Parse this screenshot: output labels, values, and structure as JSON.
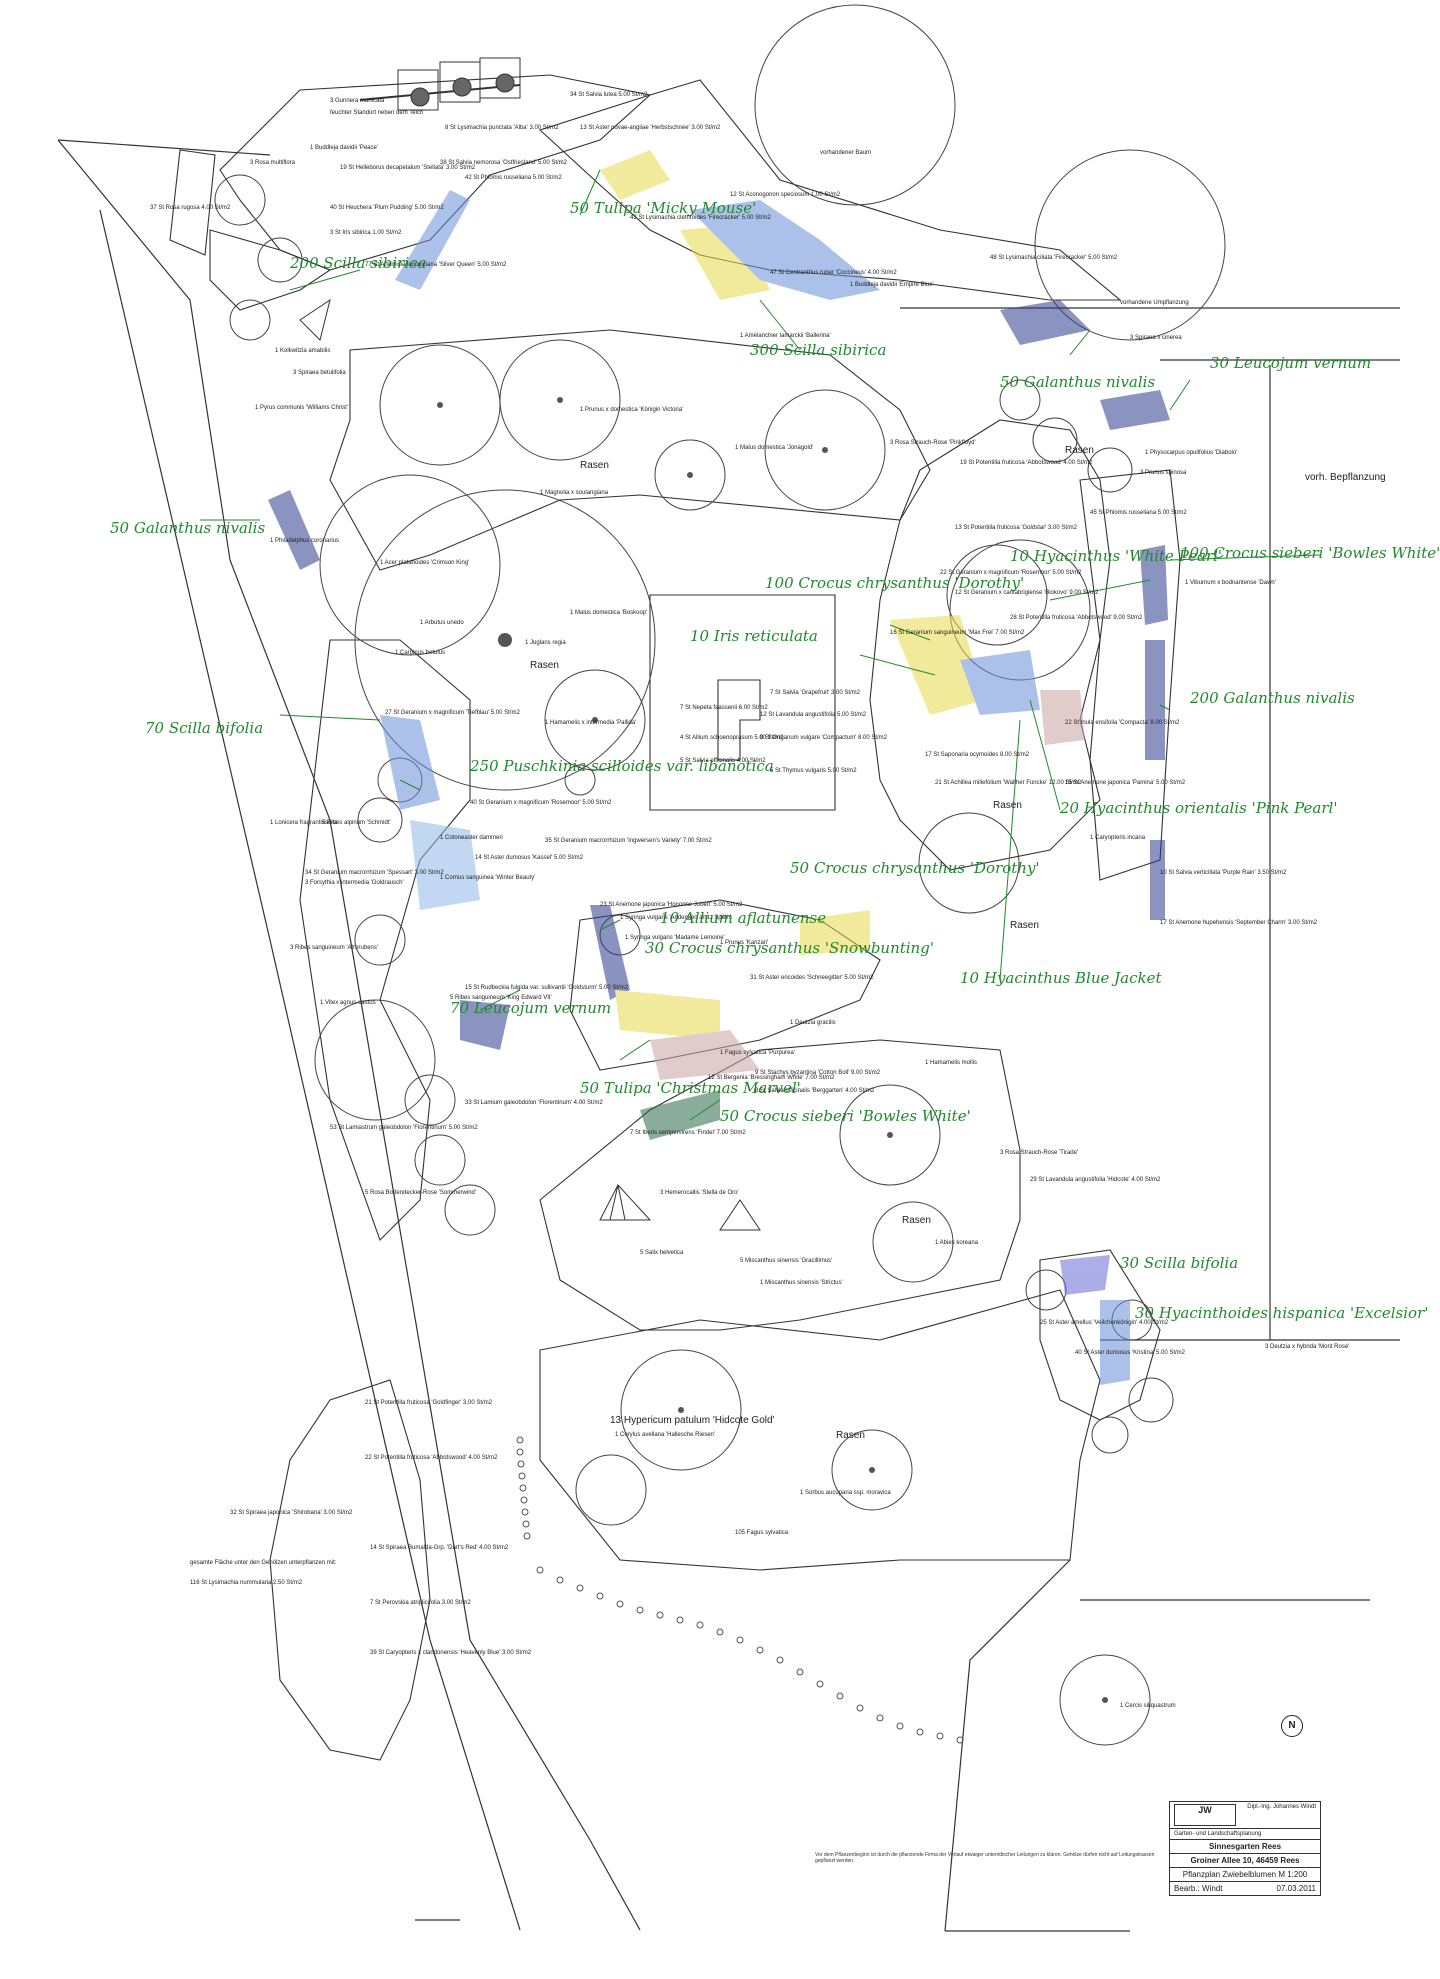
{
  "title_block": {
    "office": "Dipl.-Ing. Johannes Windt",
    "office_sub": "Garten- und Landschaftsplanung",
    "project": "Sinnesgarten Rees",
    "address": "Groiner Allee 10, 46459 Rees",
    "plan": "Pflanzplan Zwiebelblumen M 1:200",
    "author": "Bearb.: Windt",
    "date": "07.03.2011"
  },
  "north_label": "N",
  "note_bottom": "Vor dem Pflanzenbeginn ist durch die pflanzende Firma der Verlauf etwaiger unterirdischer Leitungen zu klären. Gehölze dürfen nicht auf Leitungstrassen gepflanzt werden.",
  "areas": {
    "rasen": "Rasen",
    "vorh_bepflanzung": "vorh. Bepflanzung",
    "vorhandener_baum": "vorhandener Baum",
    "vorhandene_umpflanzung": "vorhandene Umpflanzung"
  },
  "hand_notes": [
    "50 Tulipa 'Micky Mouse'",
    "200 Scilla sibirica",
    "300 Scilla sibirica",
    "50 Galanthus nivalis",
    "30 Leucojum vernum",
    "100 Crocus sieberi 'Bowles White'",
    "10 Hyacinthus 'White Pearl'",
    "100 Crocus chrysanthus 'Dorothy'",
    "10 Iris reticulata",
    "200 Galanthus nivalis",
    "20 Hyacinthus orientalis 'Pink Pearl'",
    "70 Scilla bifolia",
    "250 Puschkinia scilloides var. libanotica",
    "50 Crocus chrysanthus 'Dorothy'",
    "10 Allium aflatunense",
    "30 Crocus chrysanthus 'Snowbunting'",
    "10 Hyacinthus Blue Jacket",
    "70 Leucojum vernum",
    "50 Tulipa 'Christmas Marvel'",
    "50 Crocus sieberi 'Bowles White'",
    "30 Scilla bifolia",
    "30 Hyacinthoides hispanica 'Excelsior'"
  ],
  "plant_labels": [
    "3 Gunnera manicata",
    "feuchter Standort neben dem Teich",
    "34 St Salvia lutea 5.00 St/m2",
    "8 St Lysimachia punctata 'Alba' 3.00 St/m2",
    "13 St Aster novae-angliae 'Herbstschnee' 3.00 St/m2",
    "1 Buddleja davidii 'Peace'",
    "3 Rosa multiflora",
    "19 St Helleborus decapetalum 'Stellata' 3.00 St/m2",
    "42 St Phlomis russeliana 5.00 St/m2",
    "38 St Salvia nemorosa 'Ostfriesland' 5.00 St/m2",
    "12 St Aconogonon speciosum 1.00 St/m2",
    "40 St Heuchera 'Plum Pudding' 5.00 St/m2",
    "3 St Iris sibirica 1.00 St/m2",
    "77 St Artemisia ludoviciana 'Silver Queen' 5.00 St/m2",
    "37 St Rosa rugosa 4.00 St/m2",
    "43 St Lysimachia clethroides 'Firecracker' 5.00 St/m2",
    "47 St Centranthus ruber 'Coccineus' 4.00 St/m2",
    "48 St Lysimachia ciliata 'Firecracker' 5.00 St/m2",
    "1 Buddleja davidii 'Empire Blue'",
    "1 Amelanchier lamarckii 'Ballerina'",
    "3 Spiraea x cinerea",
    "1 Prunus x domestica 'Königin Victoria'",
    "1 Pyrus communis 'Williams Christ'",
    "1 Malus domestica 'Jonagold'",
    "3 Rosa Strauch-Rose 'Pinkfloyd'",
    "1 Physocarpus opulifolius 'Diabolo'",
    "19 St Potentilla fruticosa 'Abbotswood' 4.00 St/m2",
    "3 Prunus spinosa",
    "13 St Potentilla fruticosa 'Goldstar' 3.00 St/m2",
    "45 St Phlomis russeliana 5.00 St/m2",
    "1 Viburnum x bodnantense 'Dawn'",
    "1 Juglans regia",
    "1 Hamamelis x intermedia 'Pallida'",
    "1 Carpinus betulus",
    "1 Malus domestica 'Boskoop'",
    "7 St Salvia 'Grapefruit' 3.00 St/m2",
    "7 St Nepeta faassenii 6.00 St/m2",
    "4 St Allium schoenoprasum 5.00 St/m2",
    "5 St Salvia officinalis 4.00 St/m2",
    "8 St Origanum vulgare 'Compactum' 8.00 St/m2",
    "12 St Lavandula angustifolia 5.00 St/m2",
    "5 St Thymus vulgaris 5.00 St/m2",
    "22 St Geranium x magnificum 'Rosemoor' 5.00 St/m2",
    "16 St Geranium sanguineum 'Max Frei' 7.00 St/m2",
    "28 St Potentilla fruticosa 'Abbotswood' 9.00 St/m2",
    "12 St Geranium x cantabrigiense 'Biokovo' 9.00 St/m2",
    "22 St Inula ensifolia 'Compacta' 8.00 St/m2",
    "17 St Saponaria ocymoides 8.00 St/m2",
    "21 St Achillea millefolium 'Walther Funcke' 12.00 St/m2",
    "27 St Geranium x magnificum 'Tiefblau' 5.00 St/m2",
    "23 St Anemone japonica 'Honorine Jobert' 5.00 St/m2",
    "15 St Rudbeckia fulgida var. sullivantii 'Goldsturm' 5.00 St/m2",
    "35 St Geranium macrorrhizum 'Ingwersen's Variety' 7.00 St/m2",
    "14 St Aster dumosus 'Kassel' 5.00 St/m2",
    "15 St Anemone japonica 'Pamina' 5.00 St/m2",
    "31 St Aster ericoides 'Schneegitter' 5.00 St/m2",
    "34 St Geranium macrorrhizum 'Spessart' 3.00 St/m2",
    "40 St Geranium x magnificum 'Rosemoor' 5.00 St/m2",
    "33 St Lamium galeobdolon 'Florentinum' 4.00 St/m2",
    "53 St Lamiastrum galeobdolon 'Florentinum' 5.00 St/m2",
    "1 Cornus sanguinea 'Winter Beauty'",
    "5 Rosa Bodendecker-Rose 'Sommerwind'",
    "1 Fagus sylvatica 'Purpurea'",
    "1 Hamamelis mollis",
    "1 Syringa vulgaris 'Andenken an L. Späth'",
    "1 Syringa vulgaris 'Madame Lemoine'",
    "1 Deutzia gracilis",
    "5 Ribes sanguineum 'King Edward VII'",
    "1 Prunus 'Kanzan'",
    "1 Kolkwitzia amabilis",
    "3 Spiraea betulifolia",
    "1 Philadelphus coronarius",
    "1 Acer platanoides 'Crimson King'",
    "1 Arbutus unedo",
    "3 Forsythia x intermedia 'Goldrausch'",
    "5 Ribes alpinum 'Schmidt'",
    "1 Cotoneaster dammeri",
    "3 Ribes sanguineum 'Atrorubens'",
    "12 St Bergenia 'Bressingham White' 7.00 St/m2",
    "9 St Stachys byzantina 'Cotton Boll' 9.00 St/m2",
    "8 St Salvia officinalis 'Berggarten' 4.00 St/m2",
    "7 St Iberis sempervirens 'Findel' 7.00 St/m2",
    "3 Hemerocallis 'Stella de Oro'",
    "5 Salix helvetica",
    "5 Miscanthus sinensis 'Gracillimus'",
    "1 Miscanthus sinensis 'Strictus'",
    "1 Abies koreana",
    "13 Hypericum patulum 'Hidcote Gold'",
    "1 Corylus avellana 'Hallesche Riesen'",
    "1 Sorbus aucuparia ssp. moravica",
    "105 Fagus sylvatica",
    "1 Cercis siliquastrum",
    "3 Deutzia x hybrida 'Mont Rose'",
    "3 Rosa Strauch-Rose 'Tirade'",
    "29 St Lavandula angustifolia 'Hidcote' 4.00 St/m2",
    "25 St Aster amellus 'Veilchenkönigin' 4.00 St/m2",
    "40 St Aster dumosus 'Kristina' 5.00 St/m2",
    "21 St Potentilla fruticosa 'Goldfinger' 3.00 St/m2",
    "22 St Potentilla fruticosa 'Abbotswood' 4.00 St/m2",
    "32 St Spiraea japonica 'Shirobana' 3.00 St/m2",
    "14 St Spiraea Bumalda-Grp. 'Dart's Red' 4.00 St/m2",
    "7 St Perovskia atriplicifolia 3.00 St/m2",
    "39 St Caryopteris x clandonensis 'Heavenly Blue' 3.00 St/m2",
    "116 St Lysimachia nummularia 2.50 St/m2",
    "gesamte Fläche unter den Gehölzen unterpflanzen mit:",
    "1 Vitex agnus-castus",
    "10 St Salvia verticillata 'Purple Rain' 3.50 St/m2",
    "17 St Anemone hupehensis 'September Charm' 3.00 St/m2",
    "1 Caryopteris incana",
    "1 Lonicera fragrantissima",
    "1 Magnolia x soulangiana"
  ]
}
